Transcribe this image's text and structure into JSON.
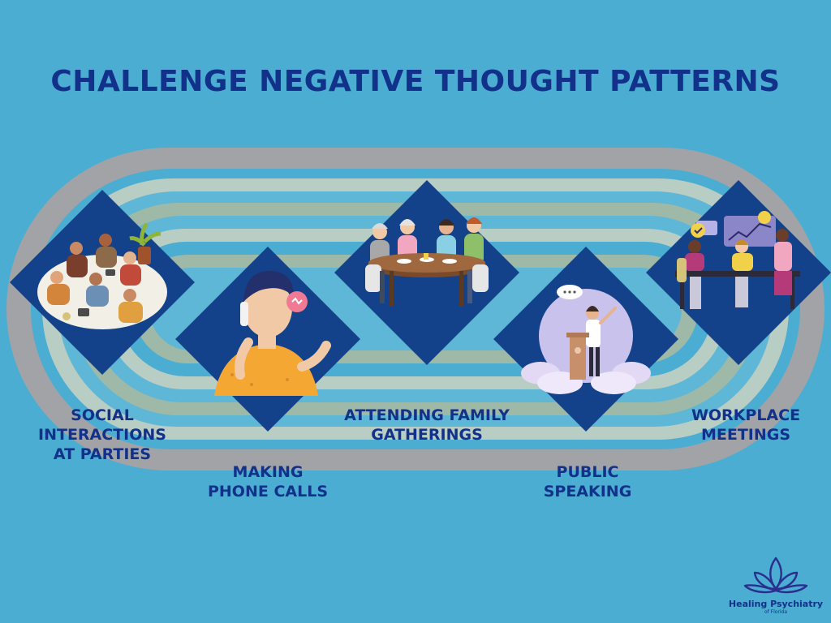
{
  "title": "CHALLENGE NEGATIVE THOUGHT PATTERNS",
  "colors": {
    "background": "#4badd1",
    "title": "#12318a",
    "track_outer": "#a2a3a6",
    "track_lane_light": "#b8cdc4",
    "track_lane_sage": "#9eb9a7",
    "track_lane_blue": "#5eb7d6",
    "diamond": "#14428a"
  },
  "situations": [
    {
      "label": "SOCIAL\nINTERACTIONS\nAT PARTIES",
      "icon": "party-group-icon"
    },
    {
      "label": "MAKING\nPHONE CALLS",
      "icon": "phone-call-icon"
    },
    {
      "label": "ATTENDING FAMILY\nGATHERINGS",
      "icon": "family-dinner-icon"
    },
    {
      "label": "PUBLIC\nSPEAKING",
      "icon": "podium-speaker-icon"
    },
    {
      "label": "WORKPLACE\nMEETINGS",
      "icon": "office-meeting-icon"
    }
  ],
  "logo": {
    "name": "Healing Psychiatry",
    "sub": "of Florida",
    "icon": "lotus-icon"
  }
}
